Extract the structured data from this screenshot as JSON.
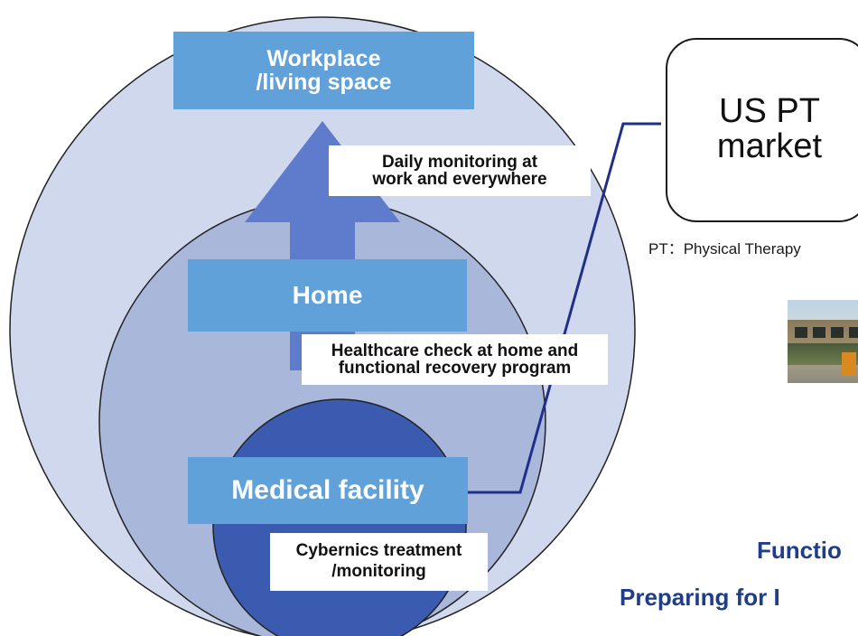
{
  "diagram": {
    "boxes": {
      "workplace": "Workplace\n/living space",
      "home": "Home",
      "medical": "Medical facility"
    },
    "labels": {
      "daily": "Daily monitoring at\nwork and everywhere",
      "healthcare": "Healthcare check at home and\nfunctional recovery program",
      "cybernics": "Cybernics treatment\n/monitoring"
    },
    "colors": {
      "outer_circle": "#cfd8ec",
      "middle_circle": "#a9b7db",
      "inner_circle": "#3b5bb0",
      "arrow": "#5f7ccc",
      "box_fill": "#5fa1d8",
      "connector": "#1f2f8a",
      "bottom_text": "#1f3d8a"
    }
  },
  "market": {
    "title": "US PT\nmarket"
  },
  "note": "PT：Physical Therapy",
  "bottom": {
    "line1": "Functio",
    "line2": "Preparing for I"
  }
}
